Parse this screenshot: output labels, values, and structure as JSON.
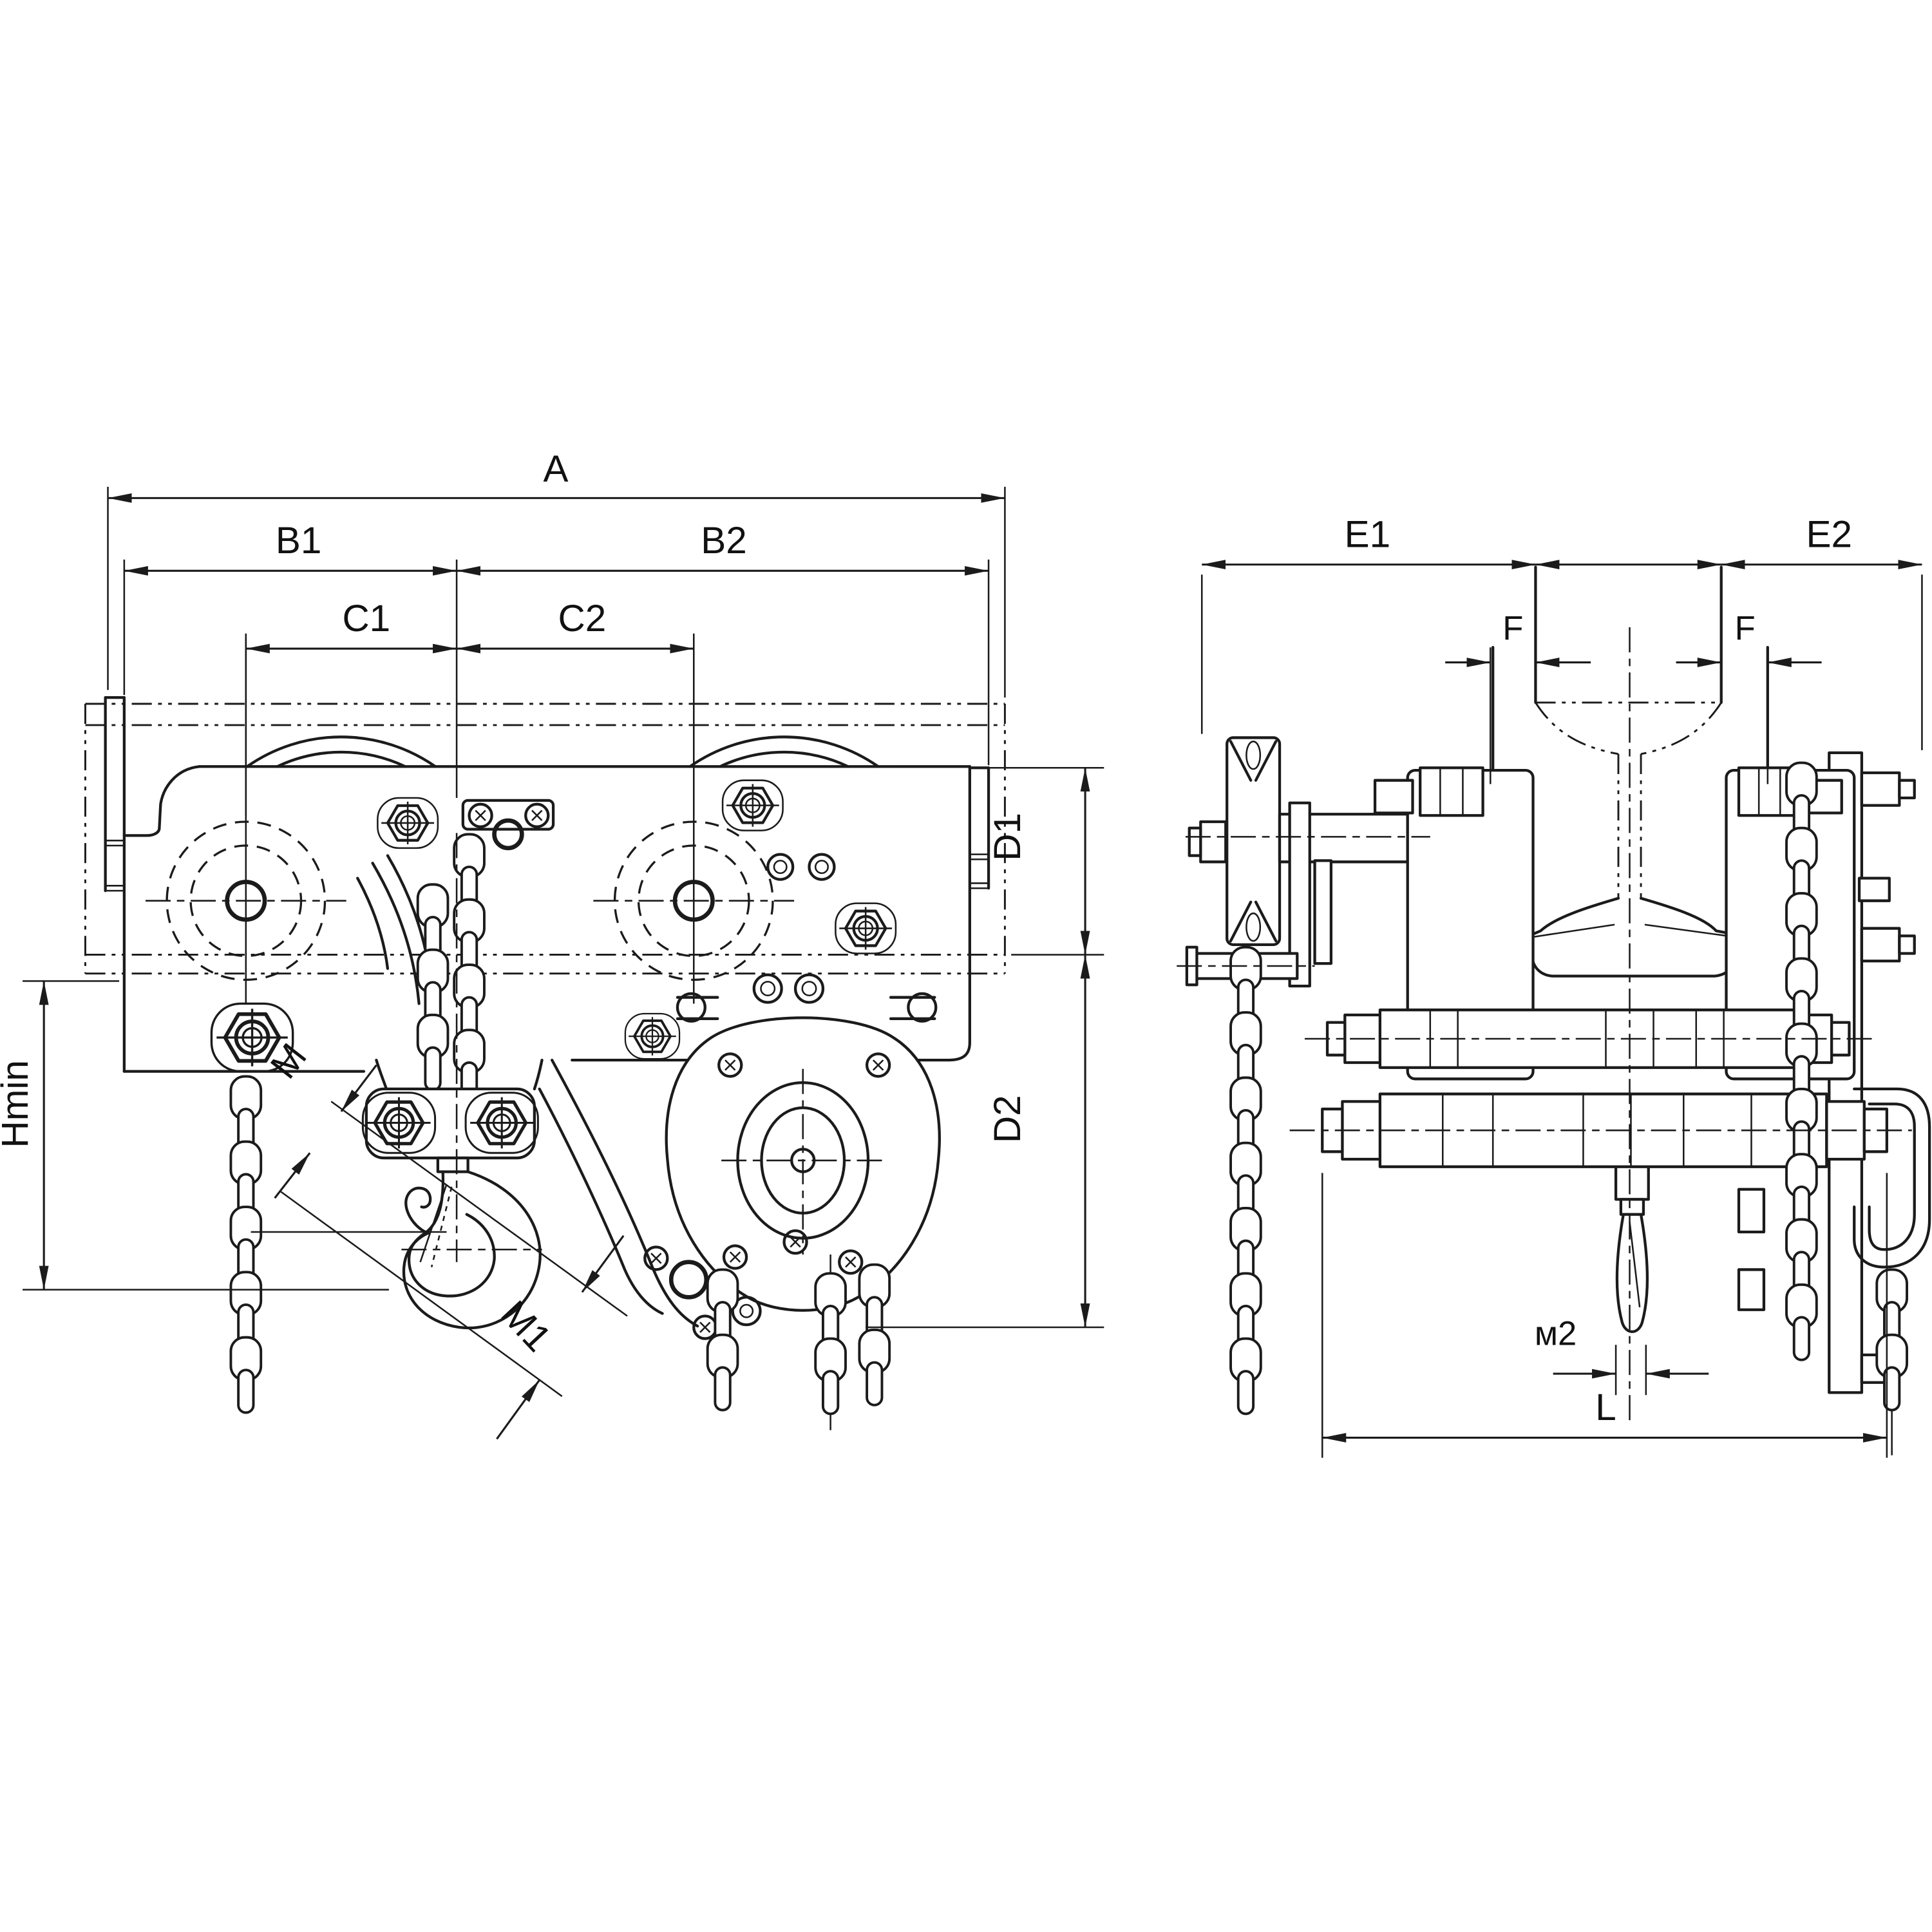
{
  "page": {
    "background": "#ffffff",
    "line_color": "#1b1b1b",
    "drawing_kind": "chain hoist with trolley, dimensional outline drawing, two orthographic views"
  },
  "front_view": {
    "dims": {
      "A": "A",
      "B1": "B1",
      "B2": "B2",
      "C1": "C1",
      "C2": "C2",
      "D1": "D1",
      "D2": "D2",
      "Hmin": "Hmin",
      "M": "M",
      "M1": "M1"
    }
  },
  "side_view": {
    "dims": {
      "E1": "E1",
      "E2": "E2",
      "F_left": "F",
      "F_right": "F",
      "M2": "м2",
      "L": "L"
    }
  }
}
